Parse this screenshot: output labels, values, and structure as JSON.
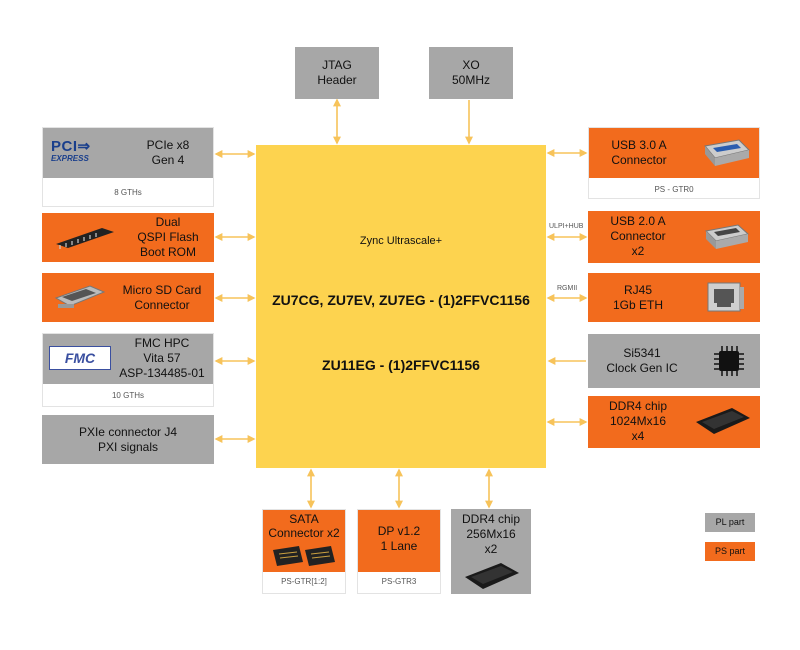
{
  "fpga": {
    "family": "Zync Ultrascale+",
    "parts_line1": "ZU7CG,  ZU7EV, ZU7EG - (1)2FFVC1156",
    "parts_line2": "ZU11EG - (1)2FFVC1156"
  },
  "top": {
    "jtag": [
      "JTAG",
      "Header"
    ],
    "xo": [
      "XO",
      "50MHz"
    ]
  },
  "left": {
    "pcie": {
      "lines": [
        "PCIe x8",
        "Gen 4"
      ],
      "sub": "8 GTHs",
      "logo_top": "PCI",
      "logo_bottom": "EXPRESS"
    },
    "qspi": {
      "lines": [
        "Dual",
        "QSPI Flash",
        "Boot ROM"
      ]
    },
    "sd": {
      "lines": [
        "Micro SD Card",
        "Connector"
      ]
    },
    "fmc": {
      "lines": [
        "FMC HPC",
        "Vita 57",
        "ASP-134485-01"
      ],
      "sub": "10 GTHs",
      "logo": "FMC"
    },
    "pxie": {
      "lines": [
        "PXIe connector J4",
        "PXI signals"
      ]
    }
  },
  "right": {
    "usb3": {
      "lines": [
        "USB 3.0 A",
        "Connector"
      ],
      "sub": "PS - GTR0"
    },
    "usb2": {
      "lines": [
        "USB 2.0 A",
        "Connector",
        "x2"
      ],
      "link": "ULPI+HUB"
    },
    "rj45": {
      "lines": [
        "RJ45",
        "1Gb ETH"
      ],
      "link": "RGMII"
    },
    "clk": {
      "lines": [
        "Si5341",
        "Clock Gen IC"
      ]
    },
    "ddr4": {
      "lines": [
        "DDR4 chip",
        "1024Mx16",
        "x4"
      ]
    }
  },
  "bottom": {
    "sata": {
      "lines": [
        "SATA",
        "Connector x2"
      ],
      "sub": "PS-GTR[1:2]"
    },
    "dp": {
      "lines": [
        "DP v1.2",
        "1 Lane"
      ],
      "sub": "PS-GTR3"
    },
    "ddr4b": {
      "lines": [
        "DDR4 chip",
        "256Mx16",
        "x2"
      ]
    }
  },
  "legend": {
    "pl": "PL part",
    "ps": "PS part"
  },
  "colors": {
    "pl": "#a7a7a7",
    "ps": "#f26b1d",
    "fpga": "#fdd34f",
    "arrow": "#f7c35a"
  }
}
